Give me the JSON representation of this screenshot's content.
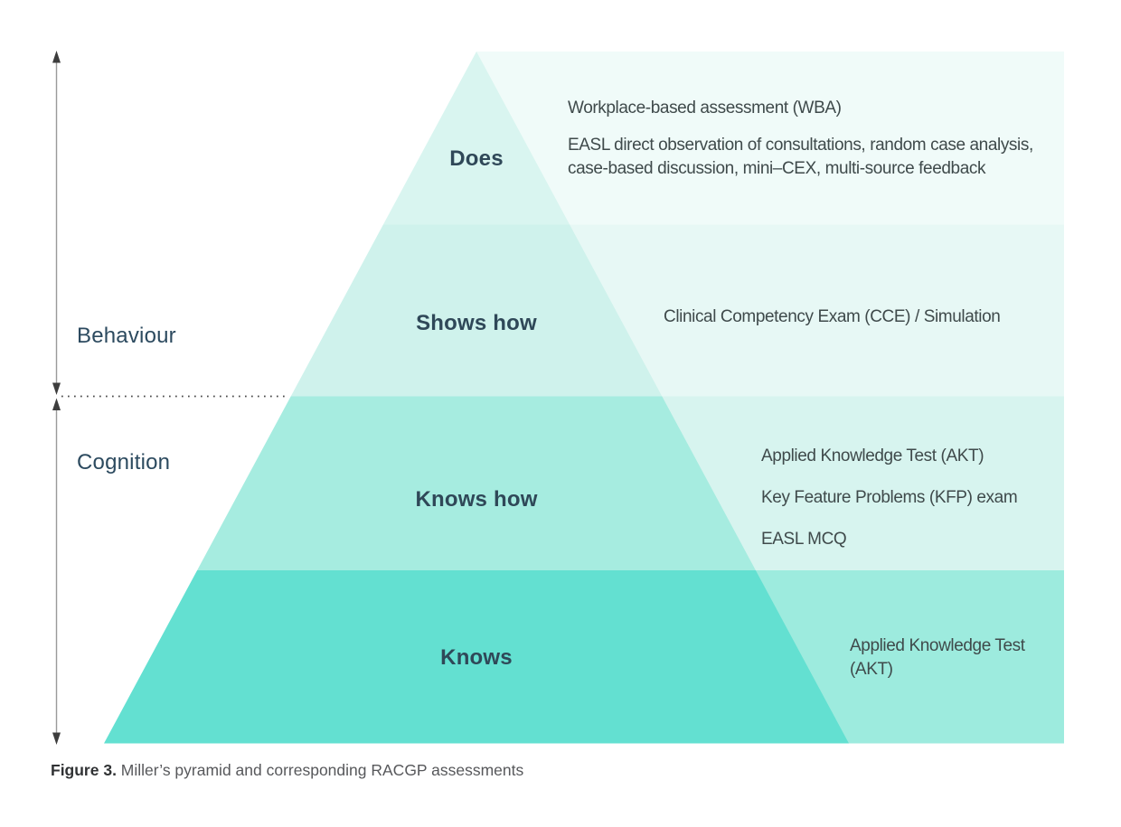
{
  "axis": {
    "behaviour_label": "Behaviour",
    "cognition_label": "Cognition"
  },
  "pyramid": {
    "levels": [
      {
        "label": "Does",
        "assessments": {
          "line1": "Workplace-based assessment (WBA)",
          "line2": "EASL direct observation of consultations, random case analysis,",
          "line3": "case-based discussion, mini–CEX, multi-source feedback"
        }
      },
      {
        "label": "Shows how",
        "assessments": {
          "line1": "Clinical Competency Exam (CCE) / Simulation"
        }
      },
      {
        "label": "Knows how",
        "assessments": {
          "line1": "Applied Knowledge Test (AKT)",
          "line2": "Key Feature Problems (KFP) exam",
          "line3": "EASL MCQ"
        }
      },
      {
        "label": "Knows",
        "assessments": {
          "line1": "Applied Knowledge Test",
          "line2": "(AKT)"
        }
      }
    ]
  },
  "caption": {
    "label": "Figure 3.",
    "text": " Miller’s pyramid and corresponding RACGP assessments"
  },
  "colors": {
    "triangle_does": "#d9f5f0",
    "triangle_shows_how": "#cff2ec",
    "triangle_knows_how": "#a6ece0",
    "triangle_knows": "#63e0d1",
    "band_does": "#f0fbf9",
    "band_shows_how": "#e7f8f5",
    "band_knows_how": "#d7f4ef",
    "band_knows": "#9debde",
    "label_text": "#2f4858",
    "assessment_text": "#3f4a4b",
    "axis_line": "#9a9a9a",
    "arrowhead": "#3d3d3d",
    "dotted_line": "#4a4a4a"
  }
}
